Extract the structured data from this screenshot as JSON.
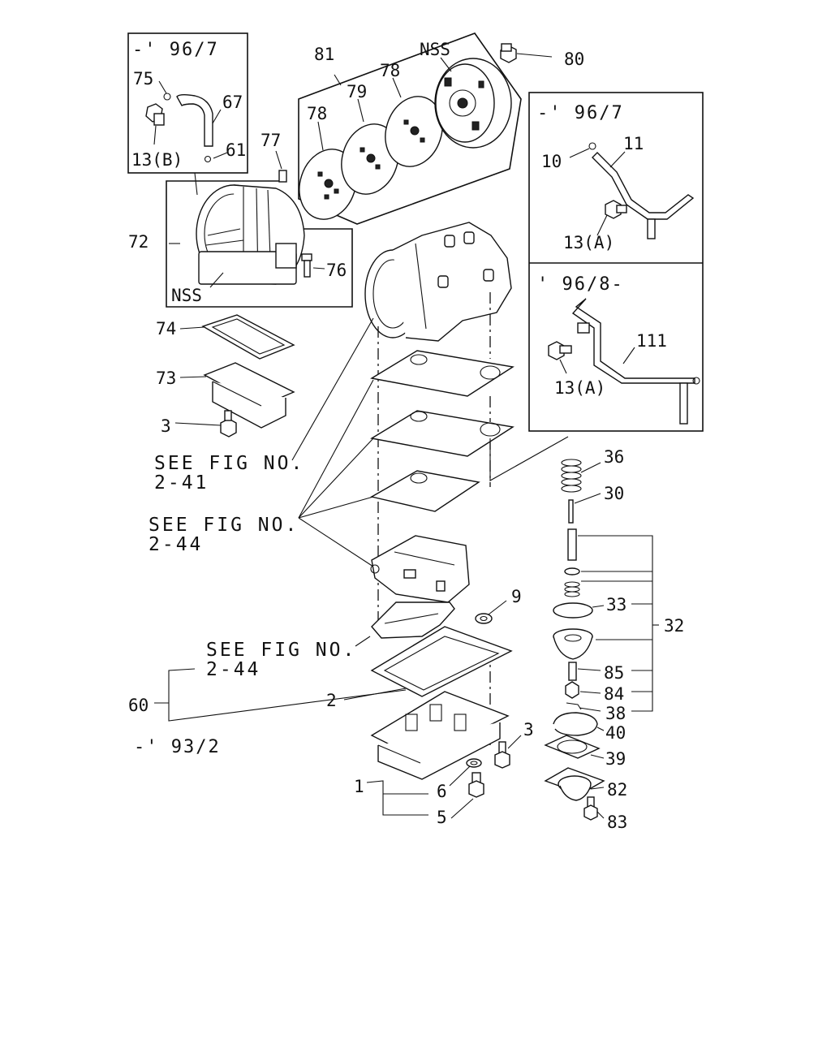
{
  "boxes": {
    "top_left_period": "-' 96/7",
    "right_upper_period": "-' 96/7",
    "right_lower_period": "' 96/8-"
  },
  "callouts": {
    "c80": "80",
    "c81": "81",
    "c78a": "78",
    "c78b": "78",
    "c79": "79",
    "nss_top": "NSS",
    "c75": "75",
    "c67": "67",
    "c61": "61",
    "c13b": "13(B)",
    "c77": "77",
    "c72": "72",
    "c76": "76",
    "nss_bottom": "NSS",
    "c74": "74",
    "c73": "73",
    "c3a": "3",
    "c10": "10",
    "c11": "11",
    "c13a_upper": "13(A)",
    "c111": "111",
    "c13a_lower": "13(A)",
    "c36": "36",
    "c30": "30",
    "c32": "32",
    "c33": "33",
    "c85": "85",
    "c84": "84",
    "c38": "38",
    "c40": "40",
    "c39": "39",
    "c82": "82",
    "c83": "83",
    "c9": "9",
    "c2": "2",
    "c60": "60",
    "c3b": "3",
    "c1": "1",
    "c6": "6",
    "c5": "5"
  },
  "references": {
    "see_fig_1_line1": "SEE FIG NO.",
    "see_fig_1_line2": "2-41",
    "see_fig_2_line1": "SEE FIG NO.",
    "see_fig_2_line2": "2-44",
    "see_fig_3_line1": "SEE FIG NO.",
    "see_fig_3_line2": "2-44",
    "period_bottom": "-' 93/2"
  }
}
